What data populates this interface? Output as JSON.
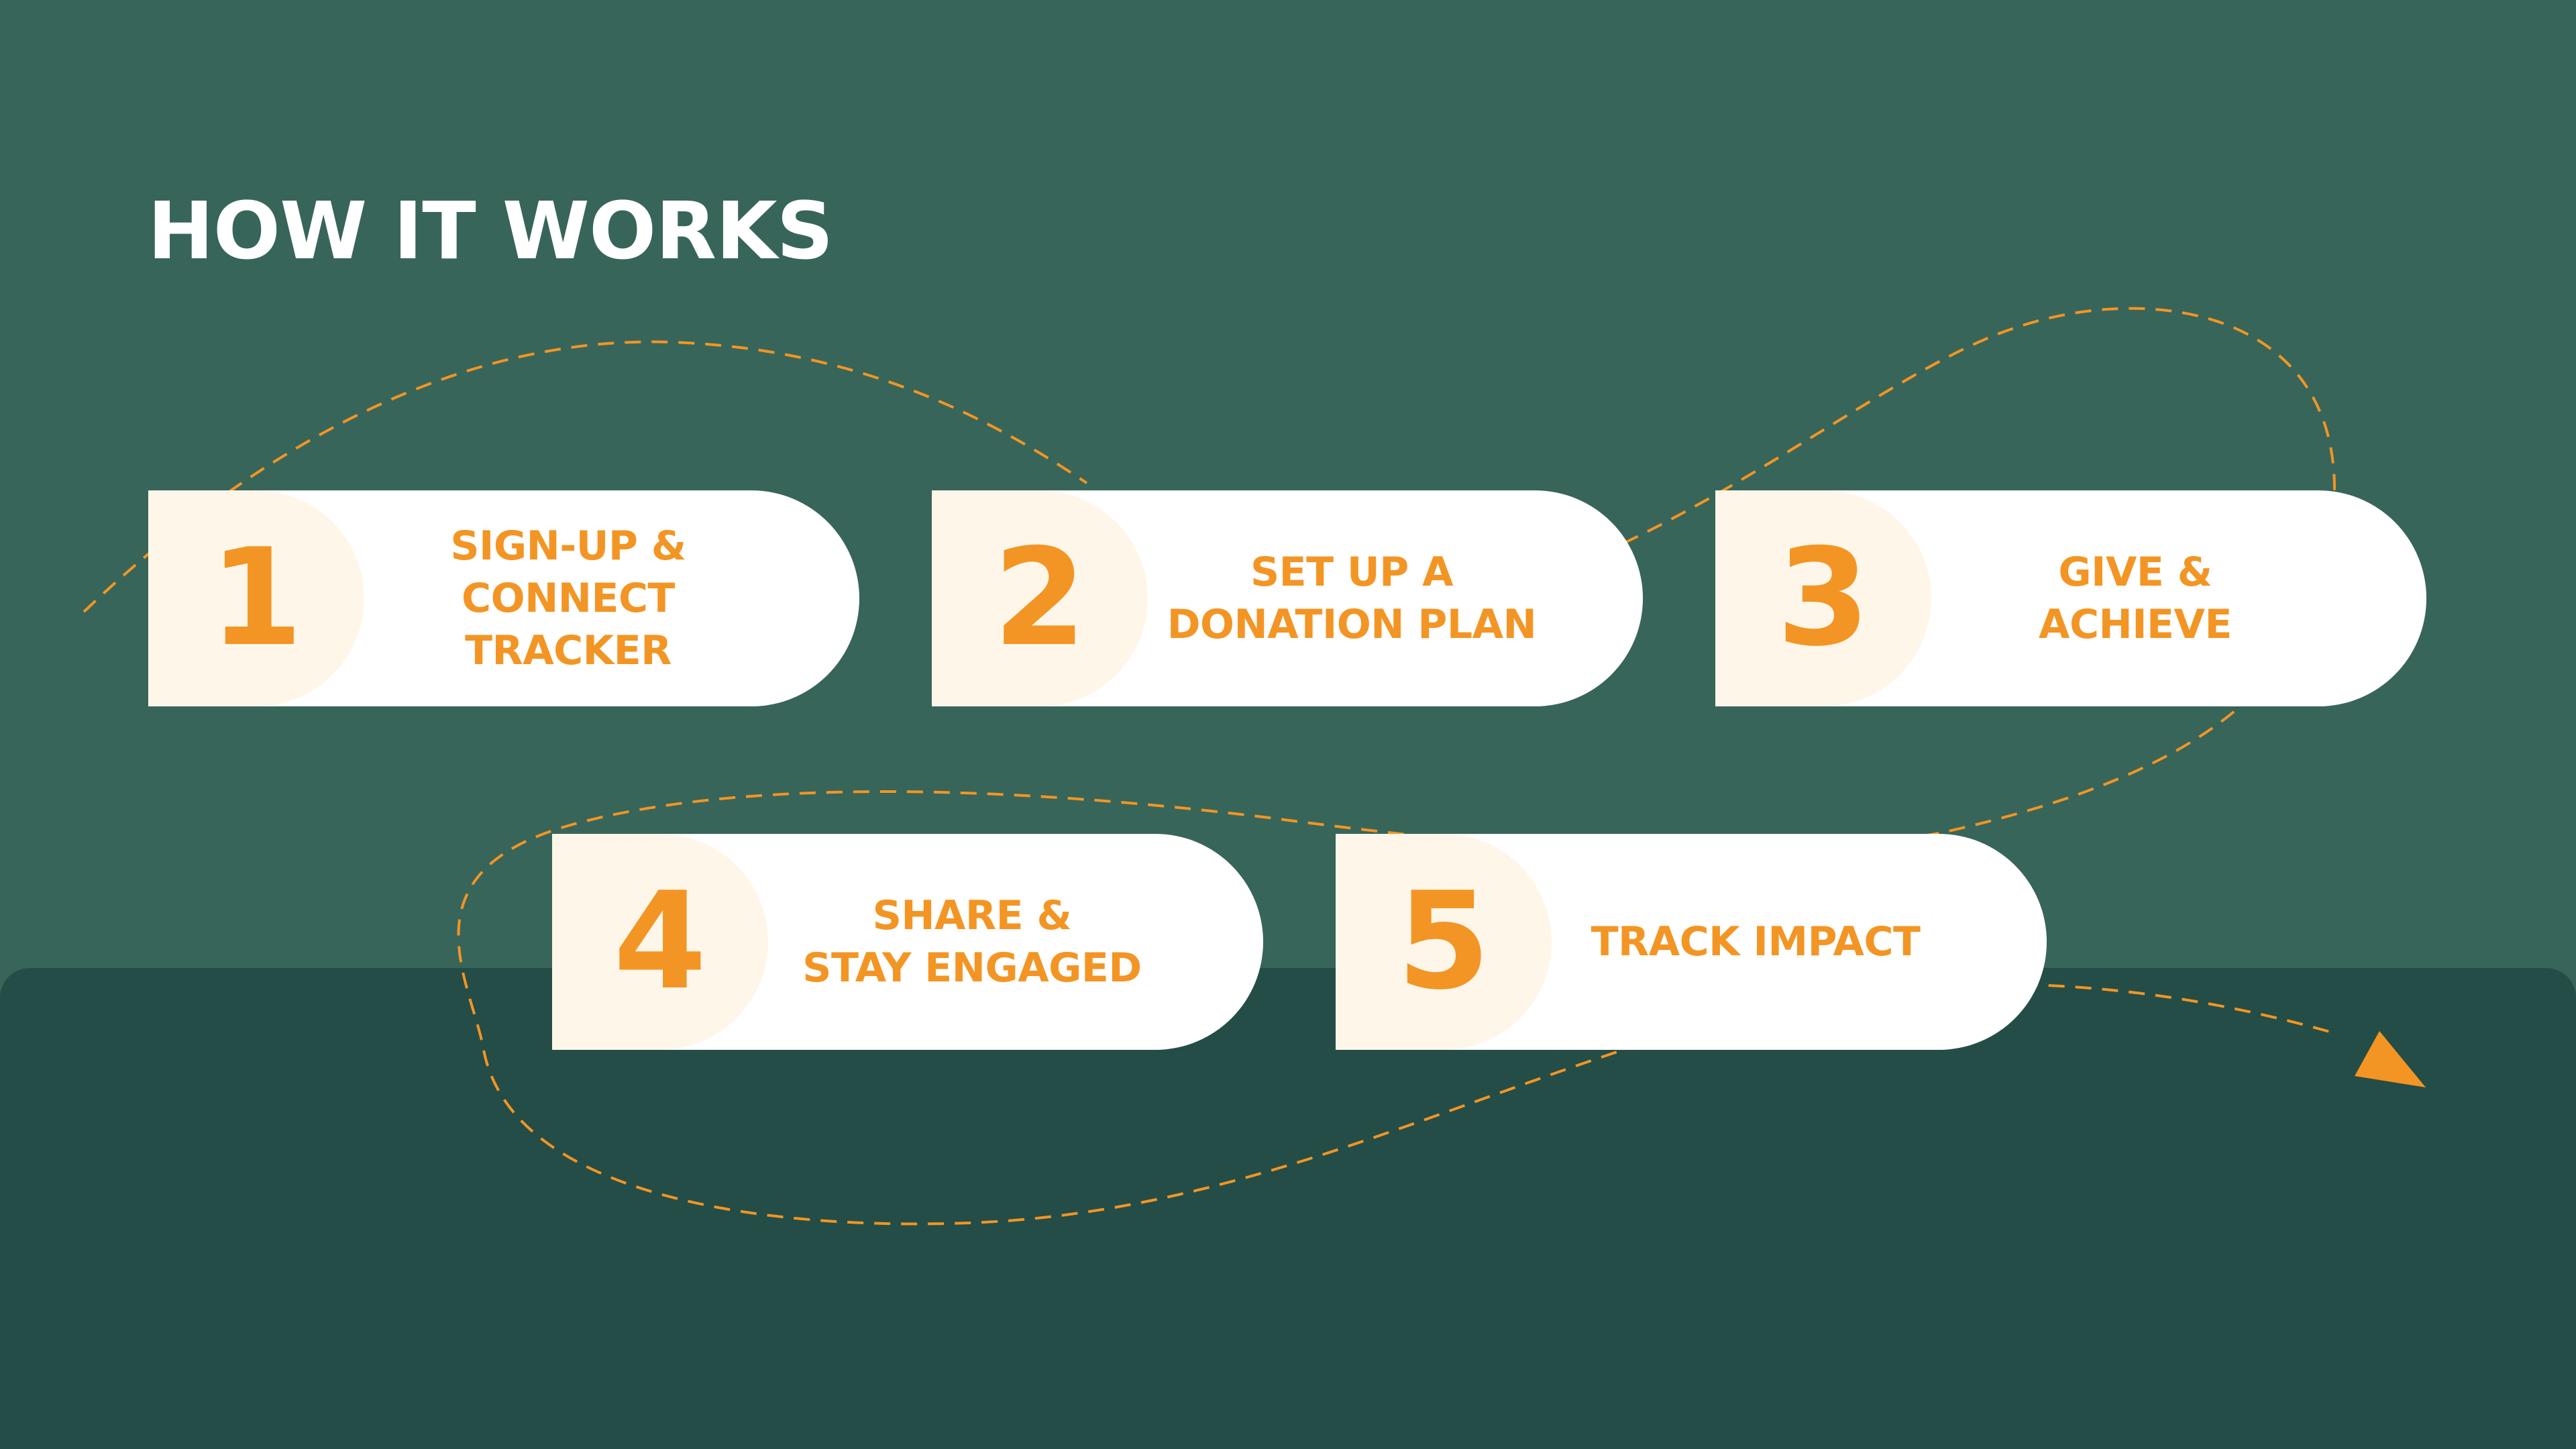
{
  "title": "HOW IT WORKS",
  "colors": {
    "background": "#386559",
    "bottom_band": "#244d47",
    "accent": "#f39524",
    "card": "#ffffff",
    "number_bg": "#fff6ea"
  },
  "steps": [
    {
      "number": "1",
      "label": "SIGN-UP &\nCONNECT TRACKER"
    },
    {
      "number": "2",
      "label": "SET UP A\nDONATION PLAN"
    },
    {
      "number": "3",
      "label": "GIVE &\nACHIEVE"
    },
    {
      "number": "4",
      "label": "SHARE &\nSTAY ENGAGED"
    },
    {
      "number": "5",
      "label": "TRACK IMPACT"
    }
  ],
  "path": {
    "style": "dashed",
    "end_marker": "arrow-head"
  }
}
